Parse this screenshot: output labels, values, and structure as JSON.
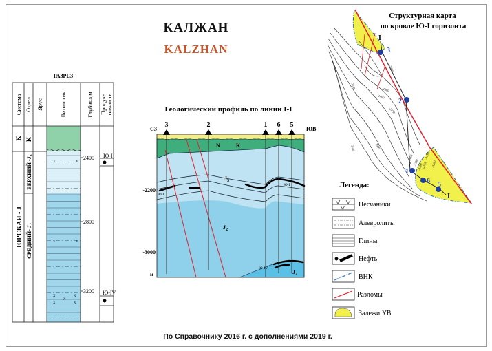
{
  "title": "КАЛЖАН",
  "subtitle": "KALZHAN",
  "footer": "По  Справочнику 2016 г. с дополнениями 2019 г.",
  "section": {
    "title": "РАЗРЕЗ",
    "headers": [
      "Система",
      "Отдел",
      "Ярус",
      "Литология",
      "Глубина,м",
      "Продук-",
      "тивность"
    ],
    "system_k": "K",
    "system_j": "ЮРСКАЯ - J",
    "dept_k1": "K",
    "dept_k1_sub": "1",
    "dept_upper": "ВЕРХНИЙ -J",
    "dept_upper_sub": "3",
    "dept_middle": "СРЕДНИЙ- J",
    "dept_middle_sub": "2",
    "depths": [
      "2400",
      "2800",
      "3200"
    ],
    "horizons": [
      "Ю-I",
      "Ю-IV"
    ]
  },
  "profile": {
    "title": "Геологический профиль по линии I-I",
    "dir_left": "СЗ",
    "dir_right": "ЮВ",
    "wells": [
      "3",
      "2",
      "1",
      "6",
      "5"
    ],
    "depths": [
      "-2200",
      "-3000"
    ],
    "unit": "м",
    "labels": {
      "n": "N",
      "k": "K",
      "j3": "J",
      "j3_sub": "3",
      "j2": "J",
      "j2_sub": "2",
      "j2b": "J",
      "j2b_sub": "2",
      "yu1_left": "Ю-I",
      "yu1_right": "Ю-I",
      "yu4": "Ю-IV"
    }
  },
  "map": {
    "title_line1": "Структурная карта",
    "title_line2": "по кровле Ю-I горизонта",
    "line_label": "I",
    "line_label_end": "I",
    "wells": [
      "3",
      "2",
      "1",
      "6",
      "5"
    ],
    "contours": [
      "-2300",
      "-2350",
      "-2400",
      "-2450",
      "-2500",
      "-2550",
      "-2400",
      "-2350",
      "-2300",
      "-2250",
      "-2200",
      "-2150"
    ]
  },
  "legend": {
    "title": "Легенда:",
    "items": [
      "Песчаники",
      "Алевролиты",
      "Глины",
      "Нефть",
      "ВНК",
      "Разломы",
      "Залежи УВ"
    ]
  },
  "colors": {
    "green": "#3fae7c",
    "light_blue": "#bfe3f2",
    "blue": "#8fd0ea",
    "yellow": "#f2f04a",
    "fault": "#e0202c",
    "owc": "#2a6fb8",
    "kalzhan": "#c8562a"
  }
}
